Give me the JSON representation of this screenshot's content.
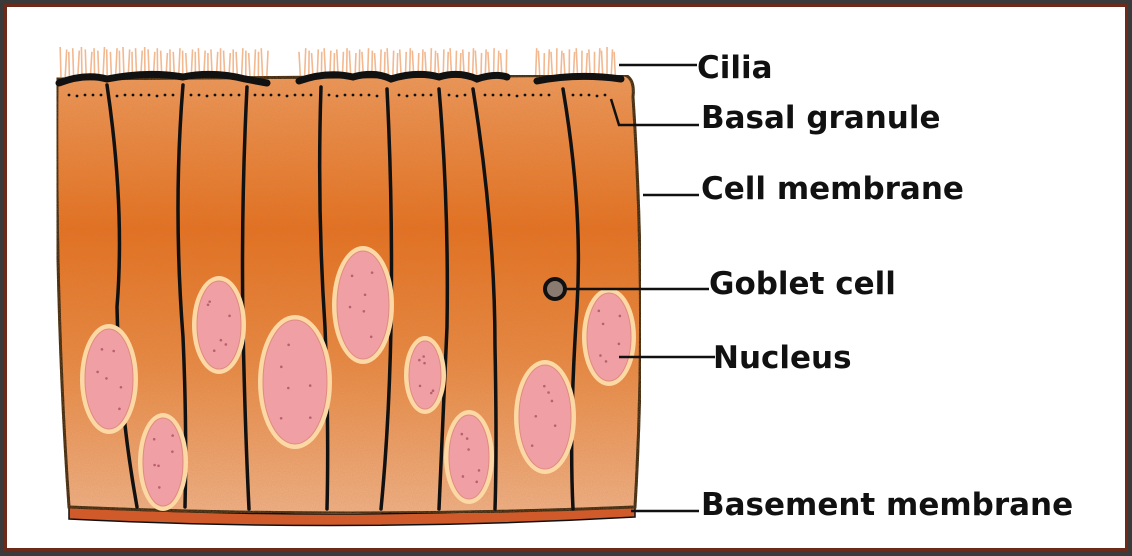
{
  "labels": {
    "cilia": "Cilia",
    "basal_granule": "Basal granule",
    "cell_membrane": "Cell membrane",
    "goblet_cell": "Goblet cell",
    "nucleus": "Nucleus",
    "basement_membrane": "Basement membrane"
  },
  "colors": {
    "cell_fill_dark": "#e8701f",
    "cell_fill_light": "#f3a877",
    "nucleus_fill": "#f0a0a4",
    "nucleus_halo": "#fbd8a4",
    "cilia": "#f2b890",
    "basement": "#d05a2a",
    "outline": "#111111",
    "frame": "#6b2a1a"
  }
}
